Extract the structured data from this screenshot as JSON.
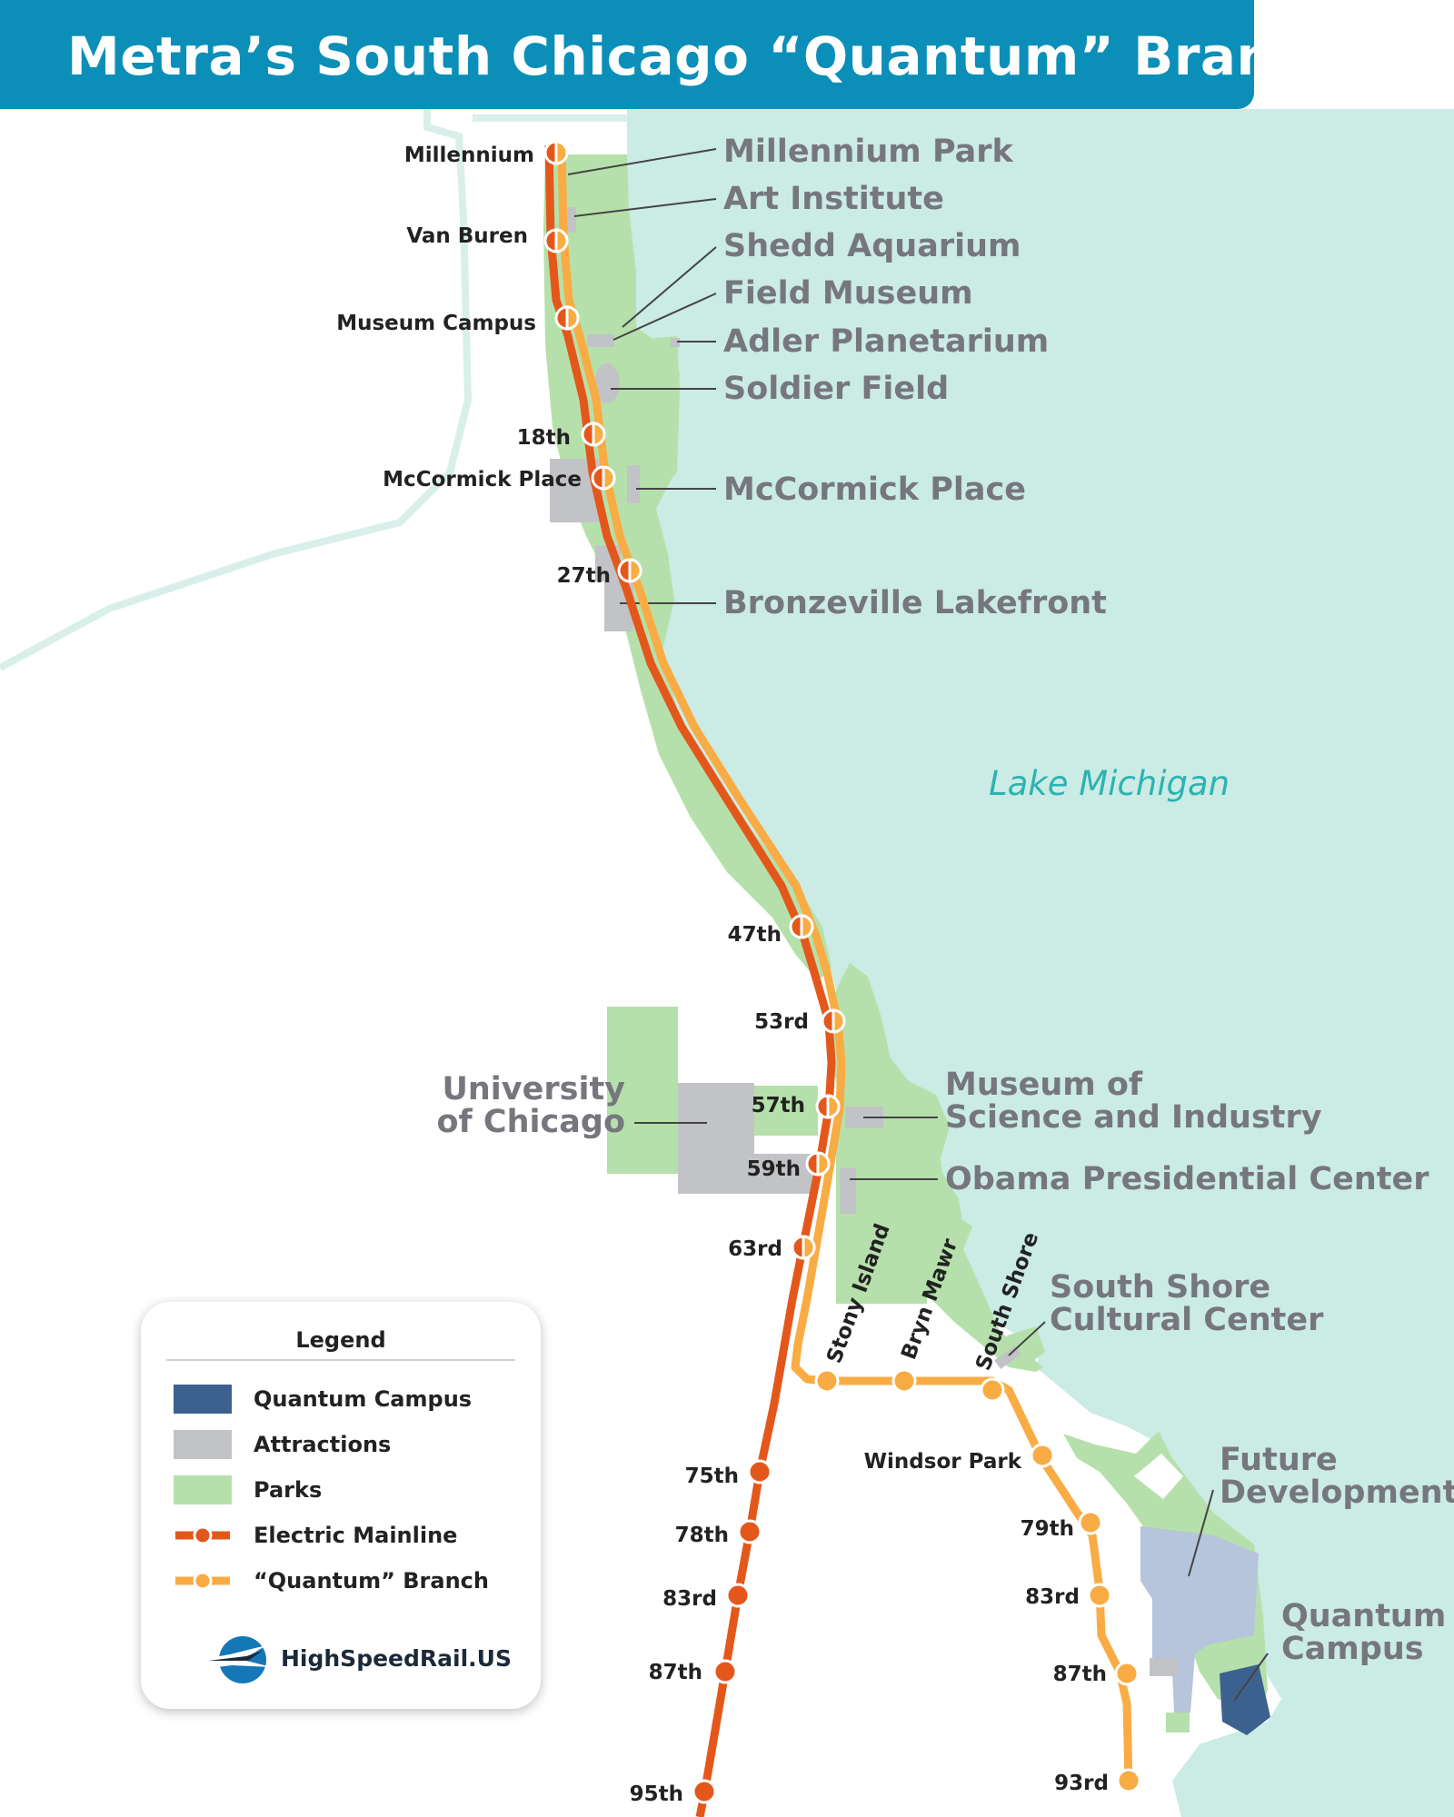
{
  "title": "Metra’s South Chicago “Quantum” Branch",
  "lake_label": "Lake Michigan",
  "colors": {
    "title_bar": "#0b8fb8",
    "lake": "#cbebe5",
    "parks": "#b6e0ab",
    "attractions": "#c2c3c6",
    "quantum_campus": "#3d618f",
    "future_development": "#b6c4dc",
    "electric_mainline": "#e4571b",
    "quantum_branch": "#f9ab44"
  },
  "stations": {
    "millennium": "Millennium",
    "van_buren": "Van Buren",
    "museum_campus": "Museum Campus",
    "s18th": "18th",
    "mccormick_place": "McCormick Place",
    "s27th": "27th",
    "s47th": "47th",
    "s53rd": "53rd",
    "s57th": "57th",
    "s59th": "59th",
    "s63rd": "63rd",
    "stony_island": "Stony Island",
    "bryn_mawr": "Bryn Mawr",
    "south_shore": "South Shore",
    "windsor_park": "Windsor Park",
    "b79th": "79th",
    "b83rd": "83rd",
    "b87th": "87th",
    "b93rd": "93rd",
    "m75th": "75th",
    "m78th": "78th",
    "m83rd": "83rd",
    "m87th": "87th",
    "m95th": "95th"
  },
  "places": {
    "millennium_park": "Millennium Park",
    "art_institute": "Art Institute",
    "shedd_aquarium": "Shedd Aquarium",
    "field_museum": "Field Museum",
    "adler_planetarium": "Adler Planetarium",
    "soldier_field": "Soldier Field",
    "mccormick_place": "McCormick Place",
    "bronzeville_lakefront": "Bronzeville Lakefront",
    "university_line1": "University",
    "university_line2": "of Chicago",
    "msi_line1": "Museum of",
    "msi_line2": "Science and Industry",
    "obama_center": "Obama Presidential Center",
    "south_shore_cc_line1": "South Shore",
    "south_shore_cc_line2": "Cultural Center",
    "future_dev_line1": "Future",
    "future_dev_line2": "Development",
    "quantum_campus_line1": "Quantum",
    "quantum_campus_line2": "Campus"
  },
  "legend": {
    "title": "Legend",
    "items": [
      {
        "label": "Quantum Campus",
        "color": "#3d618f",
        "kind": "area"
      },
      {
        "label": "Attractions",
        "color": "#c2c3c6",
        "kind": "area"
      },
      {
        "label": "Parks",
        "color": "#b6e0ab",
        "kind": "area"
      },
      {
        "label": "Electric Mainline",
        "color": "#e4571b",
        "kind": "line"
      },
      {
        "label": "“Quantum” Branch",
        "color": "#f9ab44",
        "kind": "line"
      }
    ],
    "logo_text": "HighSpeedRail.US",
    "logo_icon": "high-speed-rail-logo-icon"
  }
}
